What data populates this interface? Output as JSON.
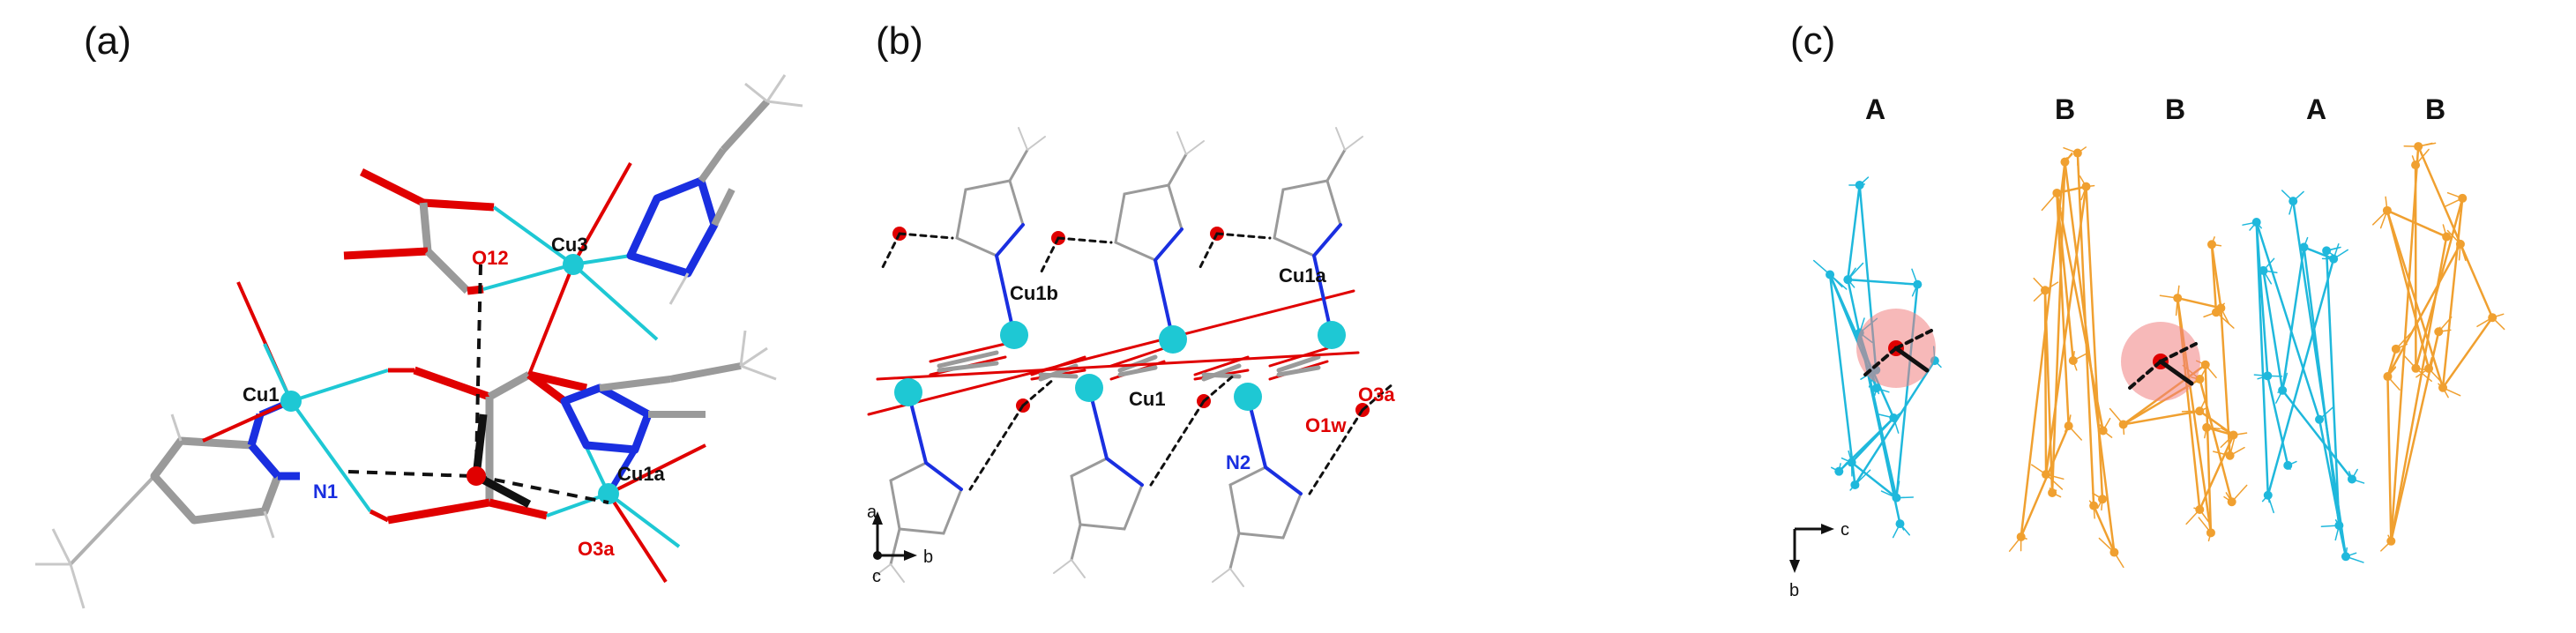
{
  "panels": [
    {
      "label": "(a)",
      "atom_labels": {
        "cu1": "Cu1",
        "cu3": "Cu3",
        "cu1a": "Cu1a",
        "n1": "N1",
        "o12": "O12",
        "o3a": "O3a"
      }
    },
    {
      "label": "(b)",
      "atom_labels": {
        "cu1b": "Cu1b",
        "cu1a": "Cu1a",
        "cu1": "Cu1",
        "n2": "N2",
        "o1w": "O1w",
        "o3a": "O3a"
      },
      "axes": {
        "a": "a",
        "b": "b",
        "c": "c"
      }
    },
    {
      "label": "(c)",
      "layers": [
        "A",
        "B",
        "B",
        "A",
        "B"
      ],
      "axes": {
        "c": "c",
        "b": "b"
      }
    }
  ],
  "colors": {
    "copper": "#1ec8d4",
    "nitrogen": "#1a2fe0",
    "oxygen": "#e00000",
    "carbon": "#9a9a9a",
    "hydrogen": "#c8c8c8",
    "layer_a": "#1fb8dc",
    "layer_b": "#f0a030",
    "water_highlight": "#f08080"
  }
}
